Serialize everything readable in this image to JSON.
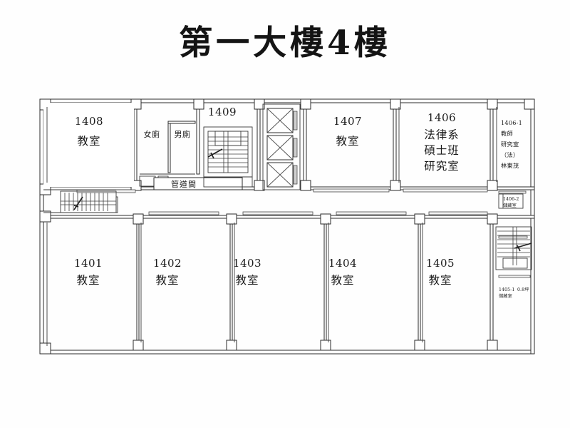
{
  "document": {
    "title": "第一大樓4樓",
    "type": "floor-plan",
    "building": "第一大樓",
    "floor": "4樓"
  },
  "rooms": [
    {
      "id": "1408",
      "number": "1408",
      "name": "教室",
      "position": "upper-left"
    },
    {
      "id": "1407",
      "number": "1407",
      "name": "教室",
      "position": "upper-right-center"
    },
    {
      "id": "1406",
      "number": "1406",
      "name_lines": [
        "法律系",
        "碩士班",
        "研究室"
      ],
      "position": "upper-right"
    },
    {
      "id": "1406-1",
      "number": "1406-1",
      "name_lines": [
        "教師",
        "研究室",
        "（法）",
        "林東茂"
      ],
      "position": "far-right-upper"
    },
    {
      "id": "1406-2",
      "number": "1406-2",
      "name": "儲藏室",
      "position": "far-right-middle"
    },
    {
      "id": "1405-1",
      "number": "1405-1",
      "area": "0.8坪",
      "name": "儲藏室",
      "position": "far-right-lower"
    },
    {
      "id": "1401",
      "number": "1401",
      "name": "教室",
      "position": "lower-1"
    },
    {
      "id": "1402",
      "number": "1402",
      "name": "教室",
      "position": "lower-2"
    },
    {
      "id": "1403",
      "number": "1403",
      "name": "教室",
      "position": "lower-3"
    },
    {
      "id": "1404",
      "number": "1404",
      "name": "教室",
      "position": "lower-4"
    },
    {
      "id": "1405",
      "number": "1405",
      "name": "教室",
      "position": "lower-5"
    }
  ],
  "facilities": {
    "womens_restroom": "女廁",
    "mens_restroom": "男廁",
    "duct_room": "管道間",
    "stairwell_number": "1409"
  },
  "elevators": {
    "count": 3,
    "label": "elevator-shaft"
  },
  "stairs": [
    {
      "id": "stair-left",
      "name": "left-stairwell"
    },
    {
      "id": "stair-1409",
      "name": "center-stairwell"
    },
    {
      "id": "stair-right",
      "name": "right-stairwell"
    }
  ],
  "colors": {
    "background": "#ffffff",
    "wall_stroke": "#2b2b2b",
    "text": "#1a1a1a",
    "door_fill": "#f2f2f2",
    "hatch_fill": "#cfcfcf"
  }
}
